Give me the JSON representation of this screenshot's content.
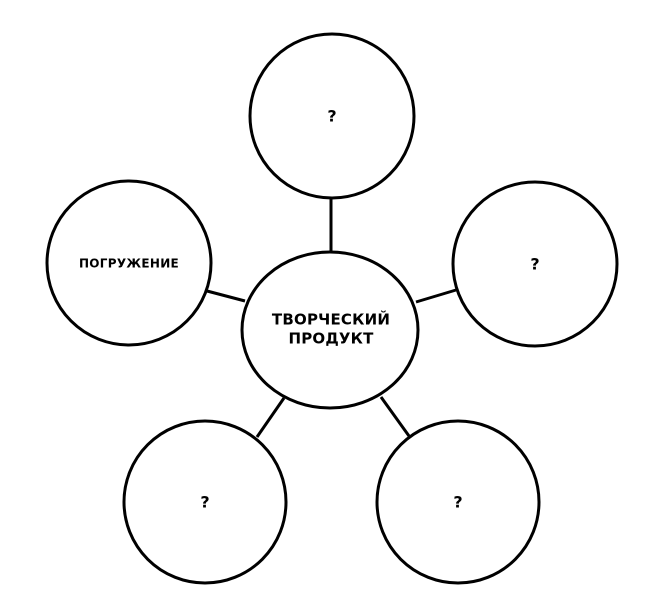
{
  "diagram": {
    "center": {
      "line1": "ТВОРЧЕСКИЙ",
      "line2": "ПРОДУКТ"
    },
    "nodes": {
      "top": "?",
      "right": "?",
      "bottom_right": "?",
      "bottom_left": "?",
      "left": "ПОГРУЖЕНИЕ"
    },
    "colors": {
      "stroke": "#000000",
      "fill": "#ffffff",
      "text": "#000000"
    }
  }
}
